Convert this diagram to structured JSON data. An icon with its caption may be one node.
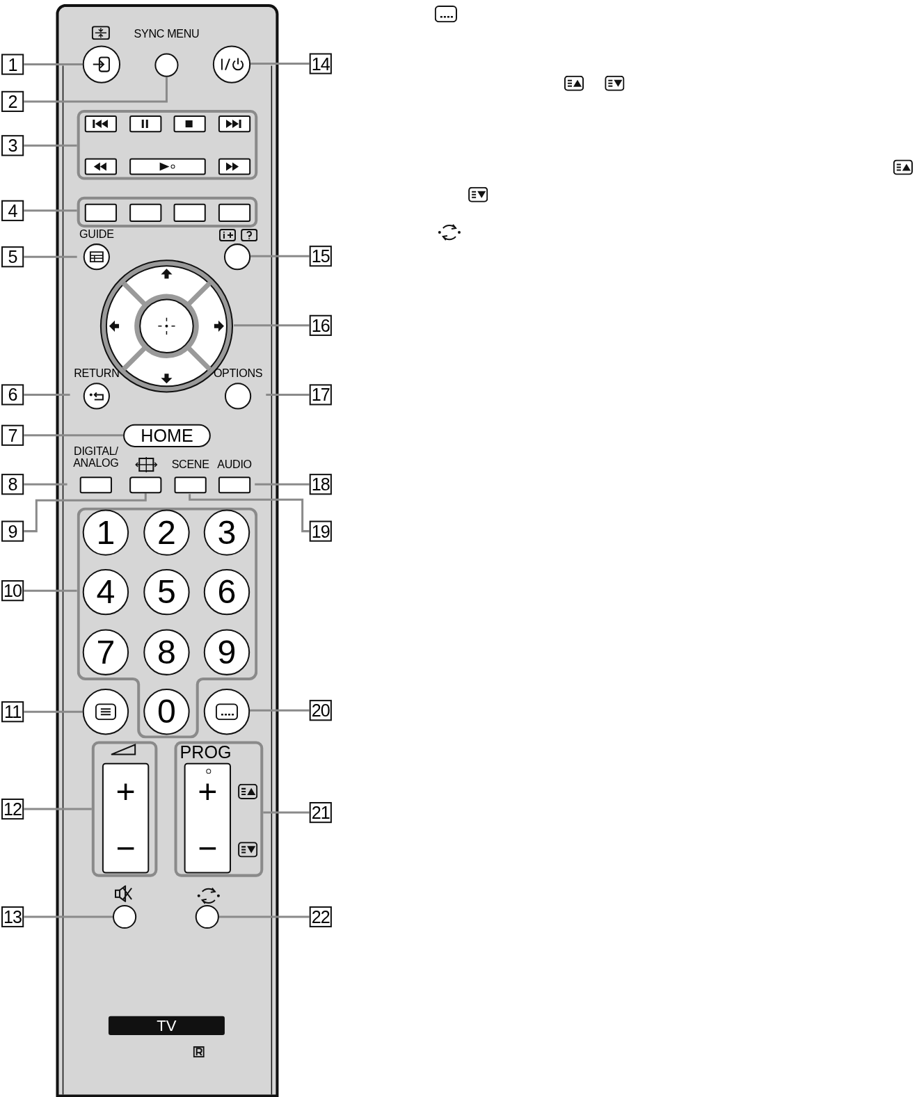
{
  "diagram": {
    "nodes": [
      {
        "text": [
          "1"
        ]
      },
      {
        "text": [],
        "shape": "circle"
      },
      {
        "text": [
          "2"
        ]
      },
      {
        "text": [
          "SYNC MENU"
        ]
      },
      {
        "text": [
          "3"
        ]
      },
      {
        "text": [],
        "shape": "box"
      },
      {
        "text": [
          "4"
        ]
      },
      {
        "text": [],
        "shape": "box"
      },
      {
        "text": [
          "5"
        ]
      },
      {
        "text": [
          "GUIDE"
        ]
      },
      {
        "text": [
          "6"
        ]
      },
      {
        "text": [
          "RETURN"
        ]
      },
      {
        "text": [
          "7"
        ]
      },
      {
        "text": [
          "HOME"
        ]
      },
      {
        "text": [
          "8"
        ]
      },
      {
        "text": [
          "DIGITAL/ ANALOG"
        ]
      },
      {
        "text": [
          "9"
        ]
      },
      {
        "text": [],
        "shape": "box"
      },
      {
        "text": [
          "10"
        ]
      },
      {
        "text": [],
        "shape": "box"
      },
      {
        "text": [
          "1"
        ],
        "in": 19
      },
      {
        "text": [
          "2"
        ],
        "in": 19
      },
      {
        "text": [
          "3"
        ],
        "in": 19
      },
      {
        "text": [
          "4"
        ],
        "in": 19
      },
      {
        "text": [
          "5"
        ],
        "in": 19
      },
      {
        "text": [
          "6"
        ],
        "in": 19
      },
      {
        "text": [
          "7"
        ],
        "in": 19
      },
      {
        "text": [
          "8"
        ],
        "in": 19
      },
      {
        "text": [
          "9"
        ],
        "in": 19
      },
      {
        "text": [
          "0"
        ],
        "in": 19
      },
      {
        "text": [
          "11"
        ]
      },
      {
        "text": [],
        "shape": "circle"
      },
      {
        "text": [
          "12"
        ]
      },
      {
        "text": [
          "+",
          "−"
        ]
      },
      {
        "text": [
          "13"
        ]
      },
      {
        "text": [],
        "shape": "circle"
      },
      {
        "text": [
          "14"
        ]
      },
      {
        "text": [],
        "shape": "circle"
      },
      {
        "text": [
          "15"
        ]
      },
      {
        "text": [],
        "shape": "circle"
      },
      {
        "text": [
          "16"
        ]
      },
      {
        "text": [],
        "shape": "circle"
      },
      {
        "text": [
          "17"
        ]
      },
      {
        "text": [
          "OPTIONS"
        ]
      },
      {
        "text": [
          "18"
        ]
      },
      {
        "text": [
          "AUDIO"
        ]
      },
      {
        "text": [
          "19"
        ]
      },
      {
        "text": [
          "SCENE"
        ]
      },
      {
        "text": [
          "20"
        ]
      },
      {
        "text": [],
        "shape": "circle"
      },
      {
        "text": [
          "21"
        ]
      },
      {
        "text": [
          "PROG",
          "+",
          "−"
        ]
      },
      {
        "text": [
          "22"
        ]
      },
      {
        "text": [],
        "shape": "circle"
      }
    ],
    "edges": [
      {
        "from": 0,
        "to": 1,
        "arrow": "none"
      },
      {
        "from": 2,
        "to": 3,
        "arrow": "none"
      },
      {
        "from": 4,
        "to": 5,
        "arrow": "none"
      },
      {
        "from": 6,
        "to": 7,
        "arrow": "none"
      },
      {
        "from": 8,
        "to": 9,
        "arrow": "none"
      },
      {
        "from": 10,
        "to": 11,
        "arrow": "none"
      },
      {
        "from": 12,
        "to": 13,
        "arrow": "none"
      },
      {
        "from": 14,
        "to": 15,
        "arrow": "none"
      },
      {
        "from": 16,
        "to": 17,
        "arrow": "none"
      },
      {
        "from": 18,
        "to": 19,
        "arrow": "none"
      },
      {
        "from": 30,
        "to": 31,
        "arrow": "none"
      },
      {
        "from": 32,
        "to": 33,
        "arrow": "none"
      },
      {
        "from": 34,
        "to": 35,
        "arrow": "none"
      },
      {
        "from": 36,
        "to": 37,
        "arrow": "none"
      },
      {
        "from": 38,
        "to": 39,
        "arrow": "none"
      },
      {
        "from": 40,
        "to": 41,
        "arrow": "none"
      },
      {
        "from": 42,
        "to": 43,
        "arrow": "none"
      },
      {
        "from": 44,
        "to": 45,
        "arrow": "none"
      },
      {
        "from": 46,
        "to": 47,
        "arrow": "none"
      },
      {
        "from": 48,
        "to": 49,
        "arrow": "none"
      },
      {
        "from": 50,
        "to": 51,
        "arrow": "none"
      },
      {
        "from": 52,
        "to": 53,
        "arrow": "none"
      }
    ],
    "labels": [
      "TV"
    ]
  }
}
